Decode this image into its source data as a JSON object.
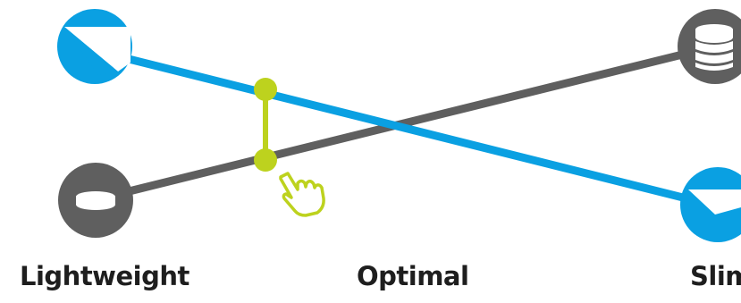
{
  "colors": {
    "blue": "#0aa0e2",
    "gray": "#5f5f5f",
    "lime": "#bdd21e",
    "white": "#ffffff",
    "text": "#1e1e1e"
  },
  "icons": {
    "top_left": "thin-wedge-icon",
    "top_right": "coin-stack-icon",
    "bottom_left": "single-coin-icon",
    "bottom_right": "thin-wedge-icon",
    "cursor": "hand-pointer-icon"
  },
  "labels": {
    "left": "Lightweight",
    "middle": "Optimal",
    "right": "Slim"
  }
}
